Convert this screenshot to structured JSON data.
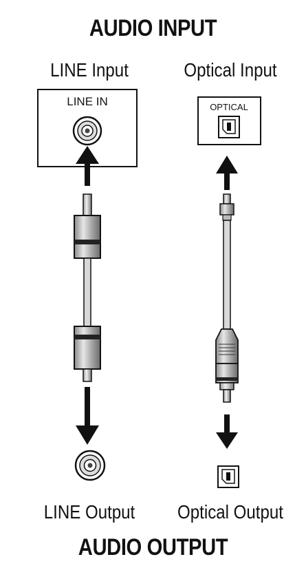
{
  "title_top": "AUDIO INPUT",
  "title_bottom": "AUDIO OUTPUT",
  "left": {
    "input_label": "LINE Input",
    "port_label": "LINE IN",
    "output_label": "LINE Output"
  },
  "right": {
    "input_label": "Optical Input",
    "port_label": "OPTICAL",
    "output_label": "Optical Output"
  },
  "colors": {
    "ink": "#111111",
    "gray_light": "#dcdcdc",
    "gray_mid": "#a8a8a8",
    "gray_dark": "#6e6e6e"
  }
}
